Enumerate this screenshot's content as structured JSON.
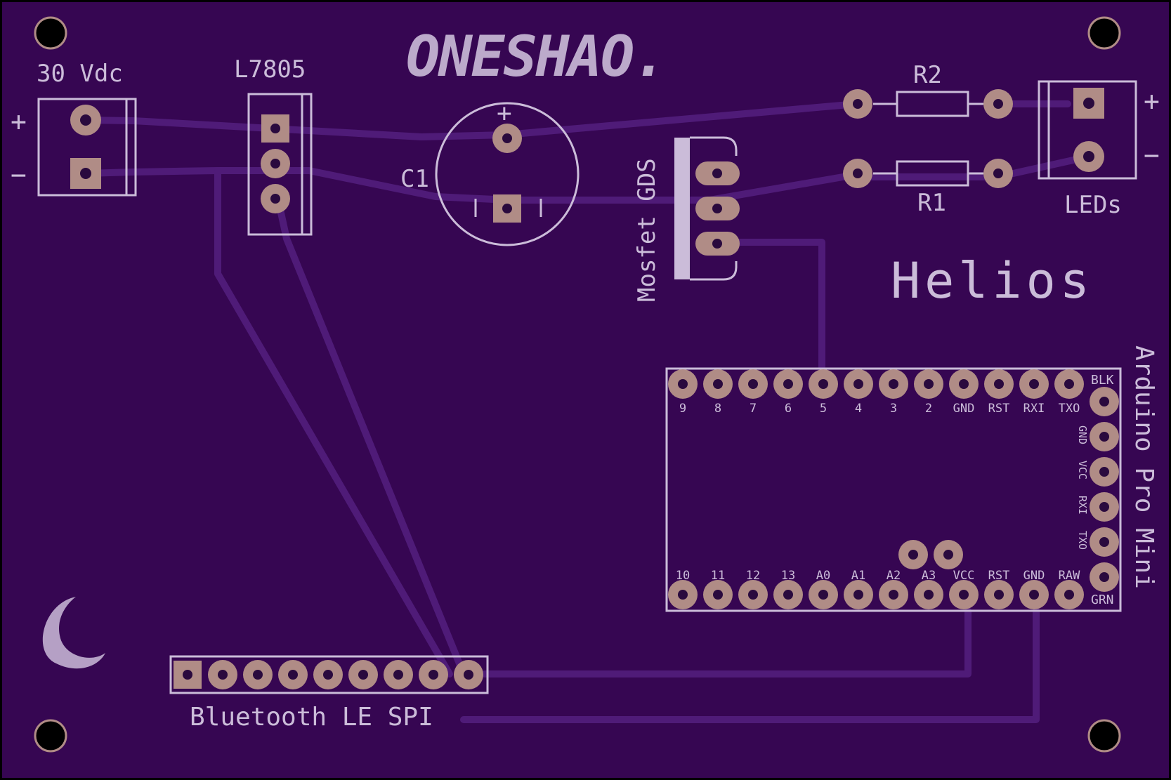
{
  "board": {
    "logo_text": "ONESHAO.",
    "title": "Helios"
  },
  "power_connector": {
    "label": "30 Vdc",
    "plus": "+",
    "minus": "−"
  },
  "regulator": {
    "label": "L7805"
  },
  "capacitor": {
    "label": "C1",
    "plus": "+"
  },
  "mosfet": {
    "label": "Mosfet GDS"
  },
  "resistors": {
    "r2": "R2",
    "r1": "R1"
  },
  "led_connector": {
    "label": "LEDs",
    "plus": "+",
    "minus": "−"
  },
  "bluetooth": {
    "label": "Bluetooth LE SPI"
  },
  "arduino": {
    "label": "Arduino Pro Mini",
    "top_pins": [
      "9",
      "8",
      "7",
      "6",
      "5",
      "4",
      "3",
      "2",
      "GND",
      "RST",
      "RXI",
      "TXO"
    ],
    "bottom_pins": [
      "10",
      "11",
      "12",
      "13",
      "A0",
      "A1",
      "A2",
      "A3",
      "VCC",
      "RST",
      "GND",
      "RAW"
    ],
    "side_pins": [
      "GND",
      "VCC",
      "RXI",
      "TXO"
    ],
    "corner_top": "BLK",
    "corner_bottom": "GRN"
  },
  "colors": {
    "board": "#360652",
    "silkscreen": "#cbbcd9",
    "pad": "#b08c86",
    "trace": "#4f1b78"
  },
  "icons": [
    "moon-logo-icon",
    "mounting-hole-icon"
  ]
}
